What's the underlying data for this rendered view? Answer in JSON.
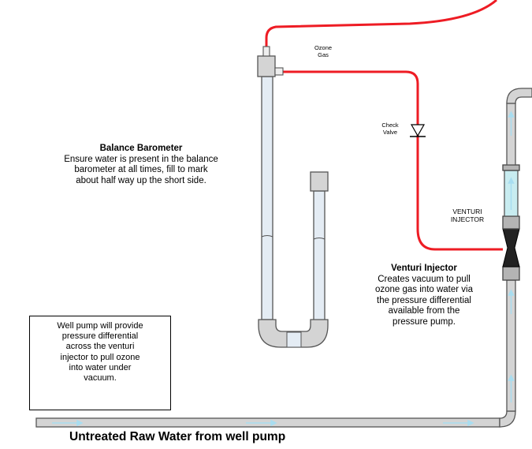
{
  "labels": {
    "ozone_gas_line1": "Ozone",
    "ozone_gas_line2": "Gas",
    "check_valve_line1": "Check",
    "check_valve_line2": "Valve",
    "venturi_line1": "VENTURI",
    "venturi_line2": "INJECTOR"
  },
  "barometer_note": {
    "title": "Balance Barometer",
    "line1": "Ensure water is present in the balance",
    "line2": "barometer at all times, fill to mark",
    "line3": "about half way up the short side."
  },
  "venturi_note": {
    "title": "Venturi Injector",
    "line1": "Creates vacuum to pull",
    "line2": "ozone gas into water via",
    "line3": "the pressure differential",
    "line4": "available from the",
    "line5": "pressure pump."
  },
  "pump_box": {
    "line1": "Well pump will provide",
    "line2": "pressure differential",
    "line3": "across the venturi",
    "line4": "injector to pull ozone",
    "line5": "into water under",
    "line6": "vacuum."
  },
  "footer_label": "Untreated Raw Water from well pump",
  "colors": {
    "gas_line": "#ee1c24",
    "pipe_fill": "#d4d4d4",
    "pipe_stroke": "#555555",
    "barometer_fill": "#e4ecf4",
    "flow_arrow": "#a8ddf0",
    "venturi_glass": "#c8ecf0"
  }
}
